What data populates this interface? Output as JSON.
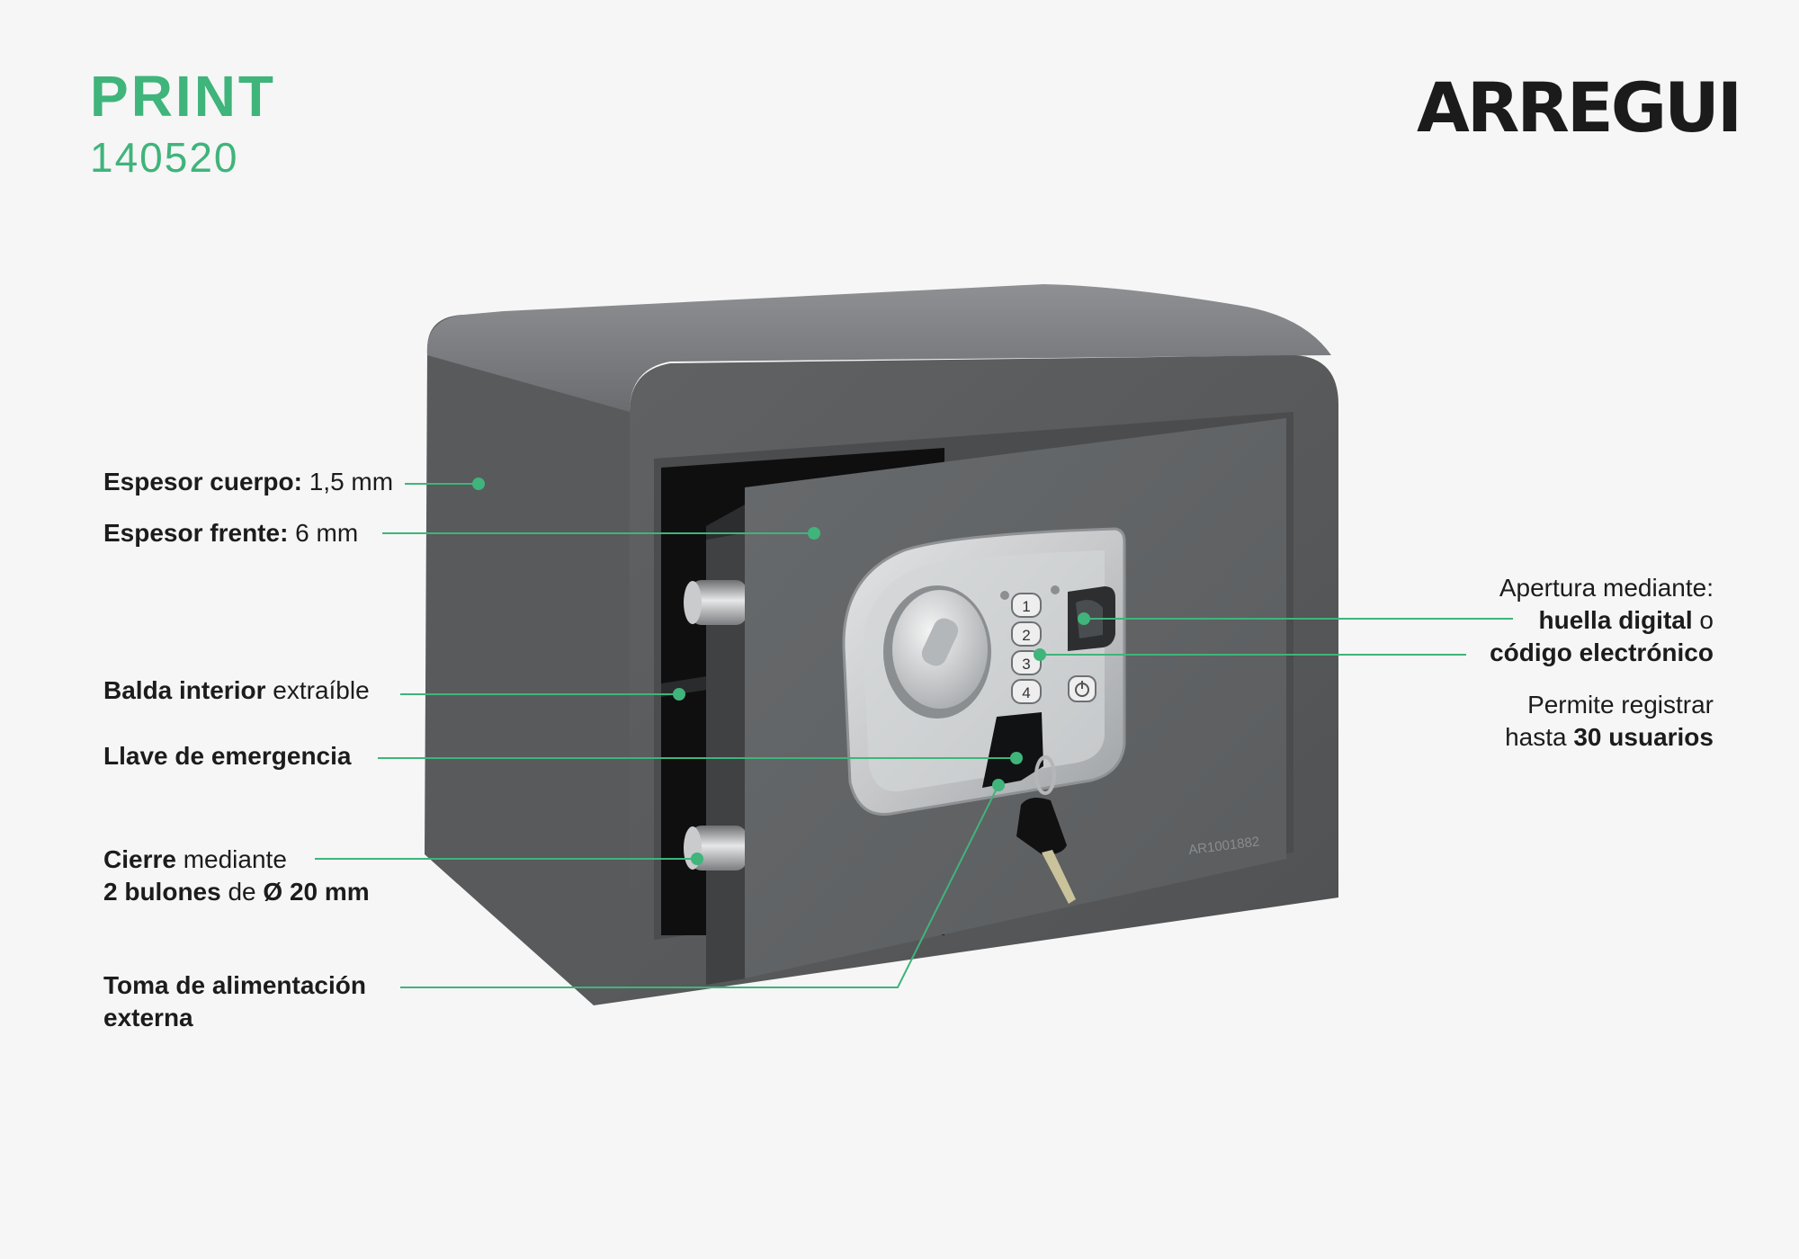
{
  "header": {
    "product_name": "PRINT",
    "product_code": "140520",
    "brand": "ARREGUI"
  },
  "colors": {
    "accent_green": "#3fb47b",
    "background": "#f6f6f6",
    "safe_body": "#5c5e60",
    "keypad_panel": "#c9cbcd"
  },
  "callouts": {
    "espesor_cuerpo": {
      "bold": "Espesor cuerpo:",
      "rest": " 1,5 mm"
    },
    "espesor_frente": {
      "bold": "Espesor frente:",
      "rest": " 6 mm"
    },
    "balda": {
      "bold": "Balda interior",
      "rest": " extraíble"
    },
    "llave": {
      "bold": "Llave de emergencia"
    },
    "cierre": {
      "line1_bold": "Cierre",
      "line1_rest": " mediante",
      "line2_bold_a": "2 bulones",
      "line2_mid": " de ",
      "line2_bold_b": "Ø 20 mm"
    },
    "toma": {
      "line1": "Toma de alimentación",
      "line2": "externa"
    },
    "apertura": {
      "line1": "Apertura mediante:",
      "line2_bold": "huella digital",
      "line2_rest": " o",
      "line3_bold": "código electrónico"
    },
    "permite": {
      "line1": "Permite registrar",
      "line2_rest": "hasta ",
      "line2_bold": "30 usuarios"
    }
  },
  "safe": {
    "keypad_keys": [
      "1",
      "2",
      "3",
      "4"
    ],
    "serial": "AR1001882",
    "icons": [
      "power-icon",
      "fingerprint-icon",
      "key-icon"
    ]
  }
}
